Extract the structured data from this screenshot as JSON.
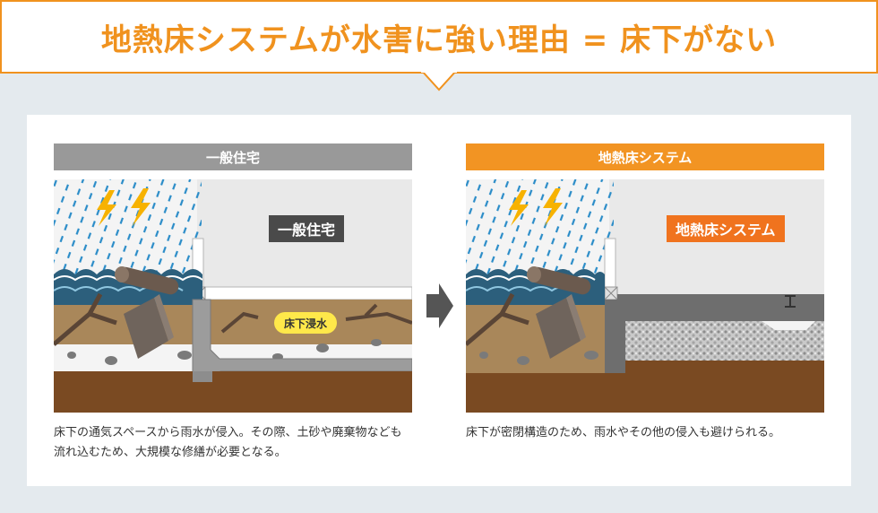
{
  "header": {
    "title": "地熱床システムが水害に強い理由 = 床下がない"
  },
  "left": {
    "title": "一般住宅",
    "label": "一般住宅",
    "badge": "床下浸水",
    "caption": "床下の通気スペースから雨水が侵入。その際、土砂や廃棄物なども流れ込むため、大規模な修繕が必要となる。"
  },
  "right": {
    "title": "地熱床システム",
    "label": "地熱床システム",
    "caption": "床下が密閉構造のため、雨水やその他の侵入も避けられる。"
  },
  "colors": {
    "accent": "#f0921e",
    "gray_header": "#999999",
    "orange_header": "#f29423",
    "soil": "#7a4a22",
    "sandy": "#b58a52",
    "rain": "#2a8cc8",
    "lightning": "#f7b200"
  },
  "icons": [
    "lightning-icon",
    "rain-icon",
    "wave-icon",
    "log-icon",
    "rock-icon",
    "arrow-right-icon"
  ]
}
